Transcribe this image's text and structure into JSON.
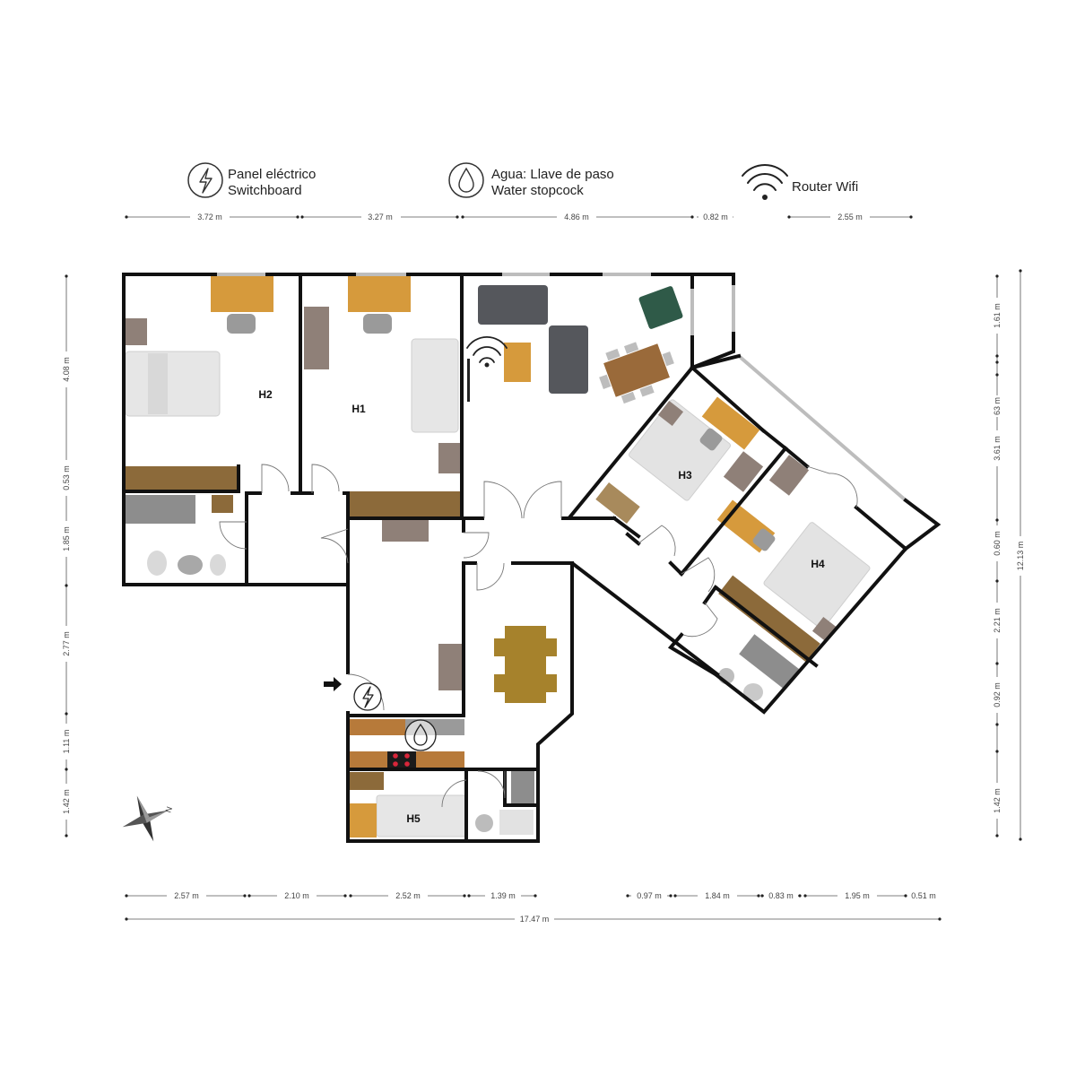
{
  "legend": {
    "switchboard": {
      "icon": "lightning-bolt-icon",
      "line1": "Panel eléctrico",
      "line2": "Switchboard"
    },
    "water": {
      "icon": "water-drop-icon",
      "line1": "Agua: Llave de paso",
      "line2": "Water stopcock"
    },
    "wifi": {
      "icon": "wifi-icon",
      "line1": "Router Wifi"
    }
  },
  "dimensions": {
    "top": [
      "3.72 m",
      "3.27 m",
      "4.86 m",
      "0.82 m",
      "2.55 m"
    ],
    "bottom": [
      "2.57 m",
      "2.10 m",
      "2.52 m",
      "1.39 m",
      "0.97 m",
      "1.84 m",
      "0.83 m",
      "1.95 m",
      "0.51 m"
    ],
    "bottom_total": "17.47 m",
    "left": [
      "4.08 m",
      "0.53 m",
      "1.85 m",
      "2.77 m",
      "1.11 m",
      "1.42 m"
    ],
    "right": [
      "1.61 m",
      "3.61 m",
      "63 m",
      "0.60 m",
      "2.21 m",
      "0.92 m",
      "1.42 m"
    ],
    "right_total": "12.13 m"
  },
  "rooms": {
    "h1": "H1",
    "h2": "H2",
    "h3": "H3",
    "h4": "H4",
    "h5": "H5"
  },
  "compass": {
    "label": "N",
    "icon": "compass-rose-icon"
  },
  "colors": {
    "wall": "#111111",
    "wood_desk": "#d69a3c",
    "wardrobe": "#8c6a3a",
    "nightstand": "#8f8078",
    "sofa": "#55575c",
    "armchair": "#2f5a48",
    "dining_table": "#9a6a3a",
    "kitchen_table": "#a6822c",
    "window": "#bdbdbd"
  }
}
